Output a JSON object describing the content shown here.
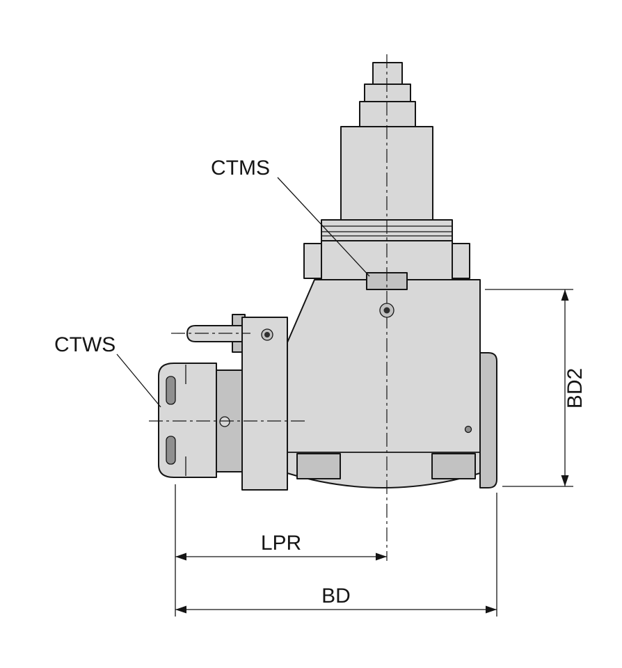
{
  "labels": {
    "ctms": "CTMS",
    "ctws": "CTWS",
    "bd2": "BD2",
    "lpr": "LPR",
    "bd": "BD"
  },
  "colors": {
    "background": "#ffffff",
    "part_light": "#d8d8d8",
    "part_mid": "#c2c2c2",
    "part_dark": "#8f8f8f",
    "detail_dark": "#2e2e2e"
  }
}
